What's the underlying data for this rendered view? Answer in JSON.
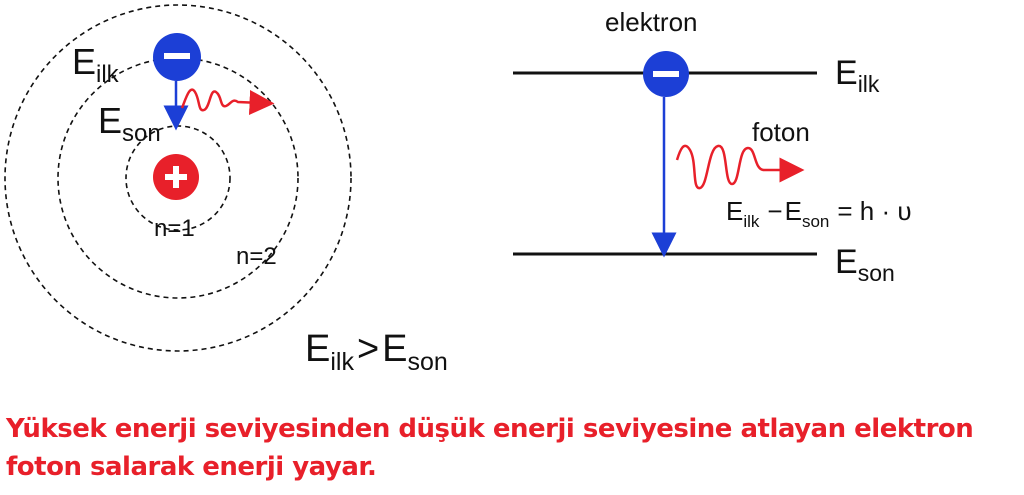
{
  "left": {
    "e_ilk": {
      "main": "E",
      "sub": "ilk"
    },
    "e_son": {
      "main": "E",
      "sub": "son"
    },
    "n1": "n=1",
    "n2": "n=2",
    "electron_symbol": "−",
    "nucleus_symbol": "+"
  },
  "right": {
    "electron_label": "elektron",
    "photon_label": "foton",
    "level_top": {
      "main": "E",
      "sub": "ilk"
    },
    "level_bottom": {
      "main": "E",
      "sub": "son"
    },
    "equation": {
      "e1": "E",
      "s1": "ilk",
      "minus": "−",
      "e2": "E",
      "s2": "son",
      "rest": "= h · υ"
    }
  },
  "inequality": {
    "e1": "E",
    "s1": "ilk",
    "op": ">",
    "e2": "E",
    "s2": "son"
  },
  "caption": "Yüksek enerji seviyesinden düşük enerji seviyesine atlayan elektron foton salarak enerji yayar.",
  "colors": {
    "electron": "#1c3fd6",
    "nucleus": "#e8202a",
    "photon": "#e8202a",
    "arrow": "#1c3fd6",
    "caption": "#e8202a"
  }
}
